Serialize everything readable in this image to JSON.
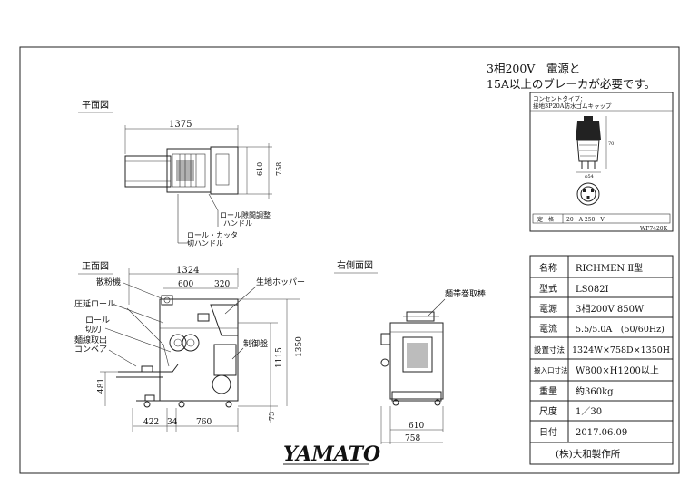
{
  "note": {
    "line1": "3相200V　電源と",
    "line2": "15A以上のブレーカが必要です。"
  },
  "plug": {
    "title1": "コンセントタイプ：",
    "title2": "接地3P20A防水ゴムキャップ",
    "rating_label": "定　格",
    "rating_value": "20　A 250　V",
    "part_no": "WF7420K",
    "dim_h": "70",
    "dim_w": "φ54"
  },
  "views": {
    "plan": "平面図",
    "front": "正面図",
    "side": "右側面図"
  },
  "plan_dims": {
    "width": "1375",
    "d1": "610",
    "d2": "758",
    "label_roll_gap": "ロール隙間調整",
    "label_roll_gap2": "ハンドル",
    "label_cutter": "ロール・カッタ",
    "label_cutter2": "切ハンドル"
  },
  "front_dims": {
    "width": "1324",
    "w600": "600",
    "w320": "320",
    "h1350": "1350",
    "h1115": "1115",
    "h481": "481",
    "h73": "73",
    "b422": "422",
    "b34": "34",
    "b760": "760",
    "label_flour": "散粉機",
    "label_press": "圧延ロール",
    "label_roll": "ロール",
    "label_cut": "切刃",
    "label_out": "麺線取出",
    "label_conv": "コンベア",
    "label_hopper": "生地ホッパー",
    "label_panel": "制御盤"
  },
  "side_dims": {
    "label_rod": "麺帯巻取棒",
    "d610": "610",
    "d758": "758"
  },
  "spec": {
    "rows": [
      {
        "label": "名称",
        "value": "RICHMEN Ⅱ型"
      },
      {
        "label": "型式",
        "value": "LS082I"
      },
      {
        "label": "電源",
        "value": "3相200V 850W"
      },
      {
        "label": "電流",
        "value": "5.5/5.0A　(50/60Hz)"
      },
      {
        "label": "設置寸法",
        "value": "1324W×758D×1350H"
      },
      {
        "label": "搬入口寸法",
        "value": "W800×H1200以上"
      },
      {
        "label": "重量",
        "value": "約360kg"
      },
      {
        "label": "尺度",
        "value": "1／30"
      },
      {
        "label": "日付",
        "value": "2017.06.09"
      }
    ],
    "company": "(株)大和製作所"
  },
  "logo": "YAMATO"
}
